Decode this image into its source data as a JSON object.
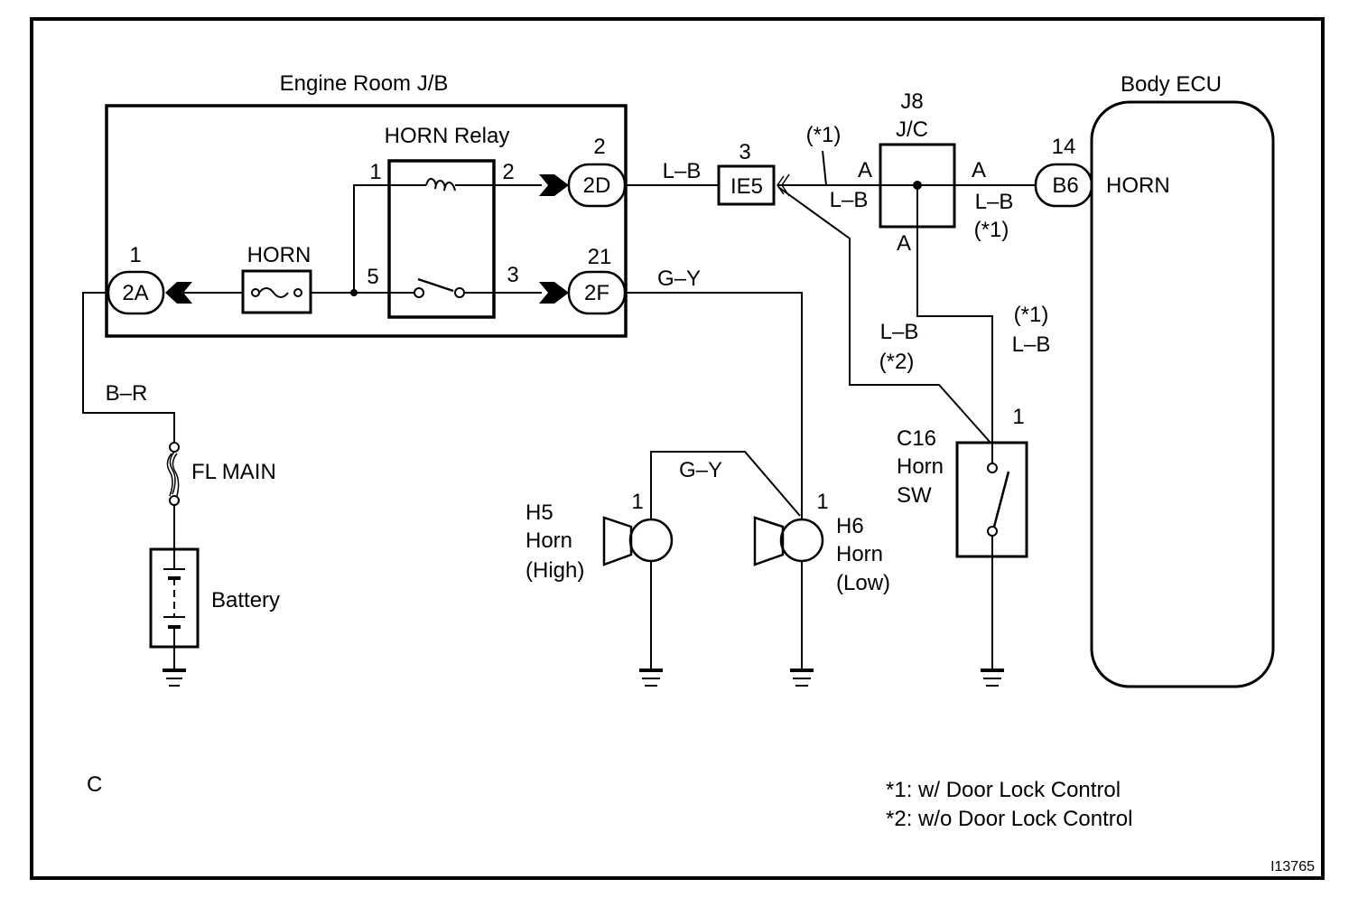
{
  "diagram": {
    "title_code": "C",
    "figure_id": "I13765",
    "engine_room_jb": {
      "title": "Engine Room J/B",
      "relay_label": "HORN Relay",
      "relay_pins": {
        "p1": "1",
        "p2": "2",
        "p3": "3",
        "p5": "5"
      },
      "fuse_label": "HORN",
      "connectors": [
        {
          "id": "2A",
          "pin": "1"
        },
        {
          "id": "2D",
          "pin": "2"
        },
        {
          "id": "2F",
          "pin": "21"
        }
      ]
    },
    "wires": {
      "br": "B–R",
      "lb_1": "L–B",
      "lb_2": "L–B",
      "lb_3": "L–B",
      "lb_4": "L–B",
      "lb_5": "L–B",
      "gy_1": "G–Y",
      "gy_2": "G–Y"
    },
    "notes_markers": {
      "n1_a": "(*1)",
      "n1_b": "(*1)",
      "n1_c": "(*1)",
      "n2_a": "(*2)"
    },
    "ie5": {
      "id": "IE5",
      "pin": "3"
    },
    "j8": {
      "id": "J8",
      "type": "J/C",
      "pin_left": "A",
      "pin_right": "A",
      "pin_bottom": "A"
    },
    "body_ecu": {
      "title": "Body ECU",
      "connector": "B6",
      "pin": "14",
      "terminal": "HORN"
    },
    "fl_main": "FL MAIN",
    "battery": "Battery",
    "h5": {
      "code": "H5",
      "name": "Horn",
      "variant": "(High)",
      "pin": "1"
    },
    "h6": {
      "code": "H6",
      "name": "Horn",
      "variant": "(Low)",
      "pin": "1"
    },
    "c16": {
      "code": "C16",
      "name": "Horn",
      "name2": "SW",
      "pin": "1"
    },
    "legend": [
      "*1: w/ Door Lock Control",
      "*2:  w/o Door Lock Control"
    ]
  }
}
